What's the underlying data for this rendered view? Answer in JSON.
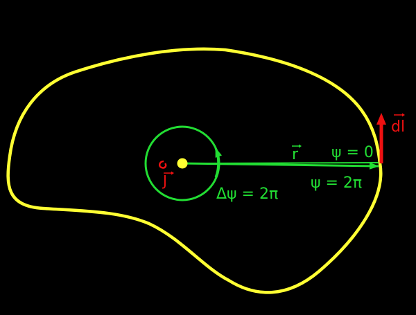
{
  "colors": {
    "background": "#000000",
    "loop": "#ffff33",
    "field": "#22dd33",
    "current": "#ee1111"
  },
  "labels": {
    "dl_letters": "dl",
    "r_letter": "r",
    "j_letter": "J",
    "psi_zero": "ψ = 0",
    "psi_two_pi": "ψ = 2π",
    "delta_psi": "Δψ = 2π"
  }
}
